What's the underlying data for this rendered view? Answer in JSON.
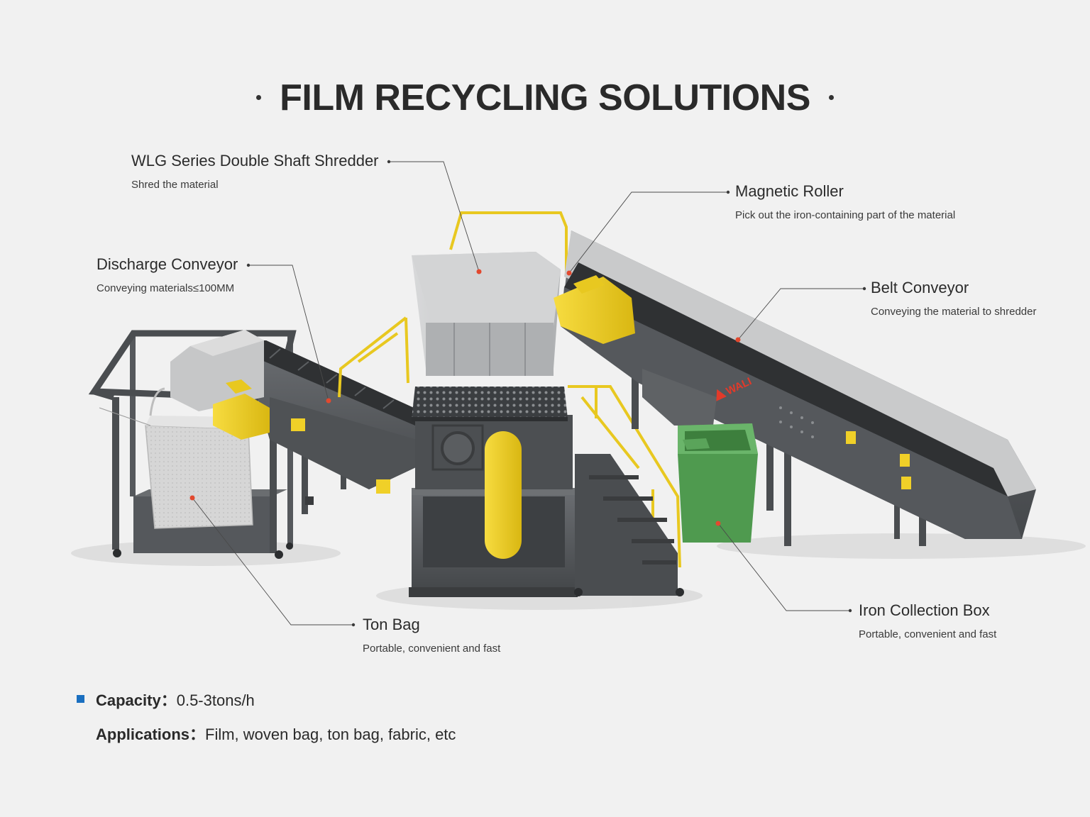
{
  "title": "FILM RECYCLING SOLUTIONS",
  "components": {
    "shredder": {
      "name": "WLG Series Double Shaft Shredder",
      "desc": "Shred the material"
    },
    "discharge": {
      "name": "Discharge Conveyor",
      "desc": "Conveying materials≤100MM"
    },
    "magnetic": {
      "name": "Magnetic Roller",
      "desc": "Pick out the iron-containing part of the material"
    },
    "belt": {
      "name": "Belt Conveyor",
      "desc": "Conveying the material to shredder"
    },
    "tonbag": {
      "name": "Ton Bag",
      "desc": "Portable, convenient and fast"
    },
    "ironbox": {
      "name": "Iron Collection Box",
      "desc": "Portable, convenient and fast"
    }
  },
  "brand": "WALI",
  "specs": {
    "capacity_label": "Capacity：",
    "capacity_value": "0.5-3tons/h",
    "applications_label": "Applications：",
    "applications_value": "Film, woven bag, ton bag, fabric, etc"
  },
  "colors": {
    "steel": "#55585c",
    "yellow": "#f0d028",
    "hopper": "#c9cacb",
    "bin": "#4f9a4f",
    "marker": "#e2492f",
    "accent": "#1a6fc0"
  }
}
